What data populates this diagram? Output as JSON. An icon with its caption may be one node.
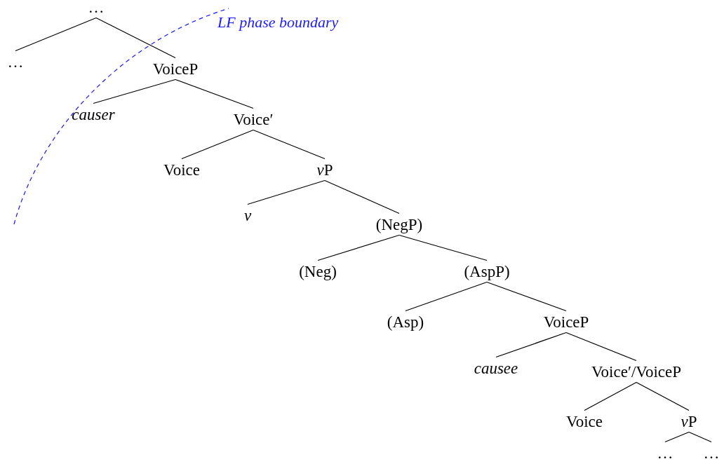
{
  "diagram": {
    "nodes": [
      {
        "text": [
          "…"
        ]
      },
      {
        "text": [
          "…"
        ]
      },
      {
        "text": [
          "VoiceP"
        ]
      },
      {
        "text": [
          "causer"
        ]
      },
      {
        "text": [
          "Voice′"
        ]
      },
      {
        "text": [
          "Voice"
        ]
      },
      {
        "text": [
          "vP"
        ]
      },
      {
        "text": [
          "v"
        ]
      },
      {
        "text": [
          "(NegP)"
        ]
      },
      {
        "text": [
          "(Neg)"
        ]
      },
      {
        "text": [
          "(AspP)"
        ]
      },
      {
        "text": [
          "(Asp)"
        ]
      },
      {
        "text": [
          "VoiceP"
        ]
      },
      {
        "text": [
          "causee"
        ]
      },
      {
        "text": [
          "Voice′/VoiceP"
        ]
      },
      {
        "text": [
          "Voice"
        ]
      },
      {
        "text": [
          "vP"
        ]
      },
      {
        "text": [
          "…"
        ]
      },
      {
        "text": [
          "…"
        ]
      }
    ],
    "edges": [
      {
        "from": 0,
        "to": 1,
        "arrow": "none"
      },
      {
        "from": 0,
        "to": 2,
        "arrow": "none"
      },
      {
        "from": 2,
        "to": 3,
        "arrow": "none"
      },
      {
        "from": 2,
        "to": 4,
        "arrow": "none"
      },
      {
        "from": 4,
        "to": 5,
        "arrow": "none"
      },
      {
        "from": 4,
        "to": 6,
        "arrow": "none"
      },
      {
        "from": 6,
        "to": 7,
        "arrow": "none"
      },
      {
        "from": 6,
        "to": 8,
        "arrow": "none"
      },
      {
        "from": 8,
        "to": 9,
        "arrow": "none"
      },
      {
        "from": 8,
        "to": 10,
        "arrow": "none"
      },
      {
        "from": 10,
        "to": 11,
        "arrow": "none"
      },
      {
        "from": 10,
        "to": 12,
        "arrow": "none"
      },
      {
        "from": 12,
        "to": 13,
        "arrow": "none"
      },
      {
        "from": 12,
        "to": 14,
        "arrow": "none"
      },
      {
        "from": 14,
        "to": 15,
        "arrow": "none"
      },
      {
        "from": 14,
        "to": 16,
        "arrow": "none"
      },
      {
        "from": 16,
        "to": 17,
        "arrow": "none"
      },
      {
        "from": 16,
        "to": 18,
        "arrow": "none"
      }
    ],
    "labels": [
      "LF phase boundary"
    ]
  }
}
